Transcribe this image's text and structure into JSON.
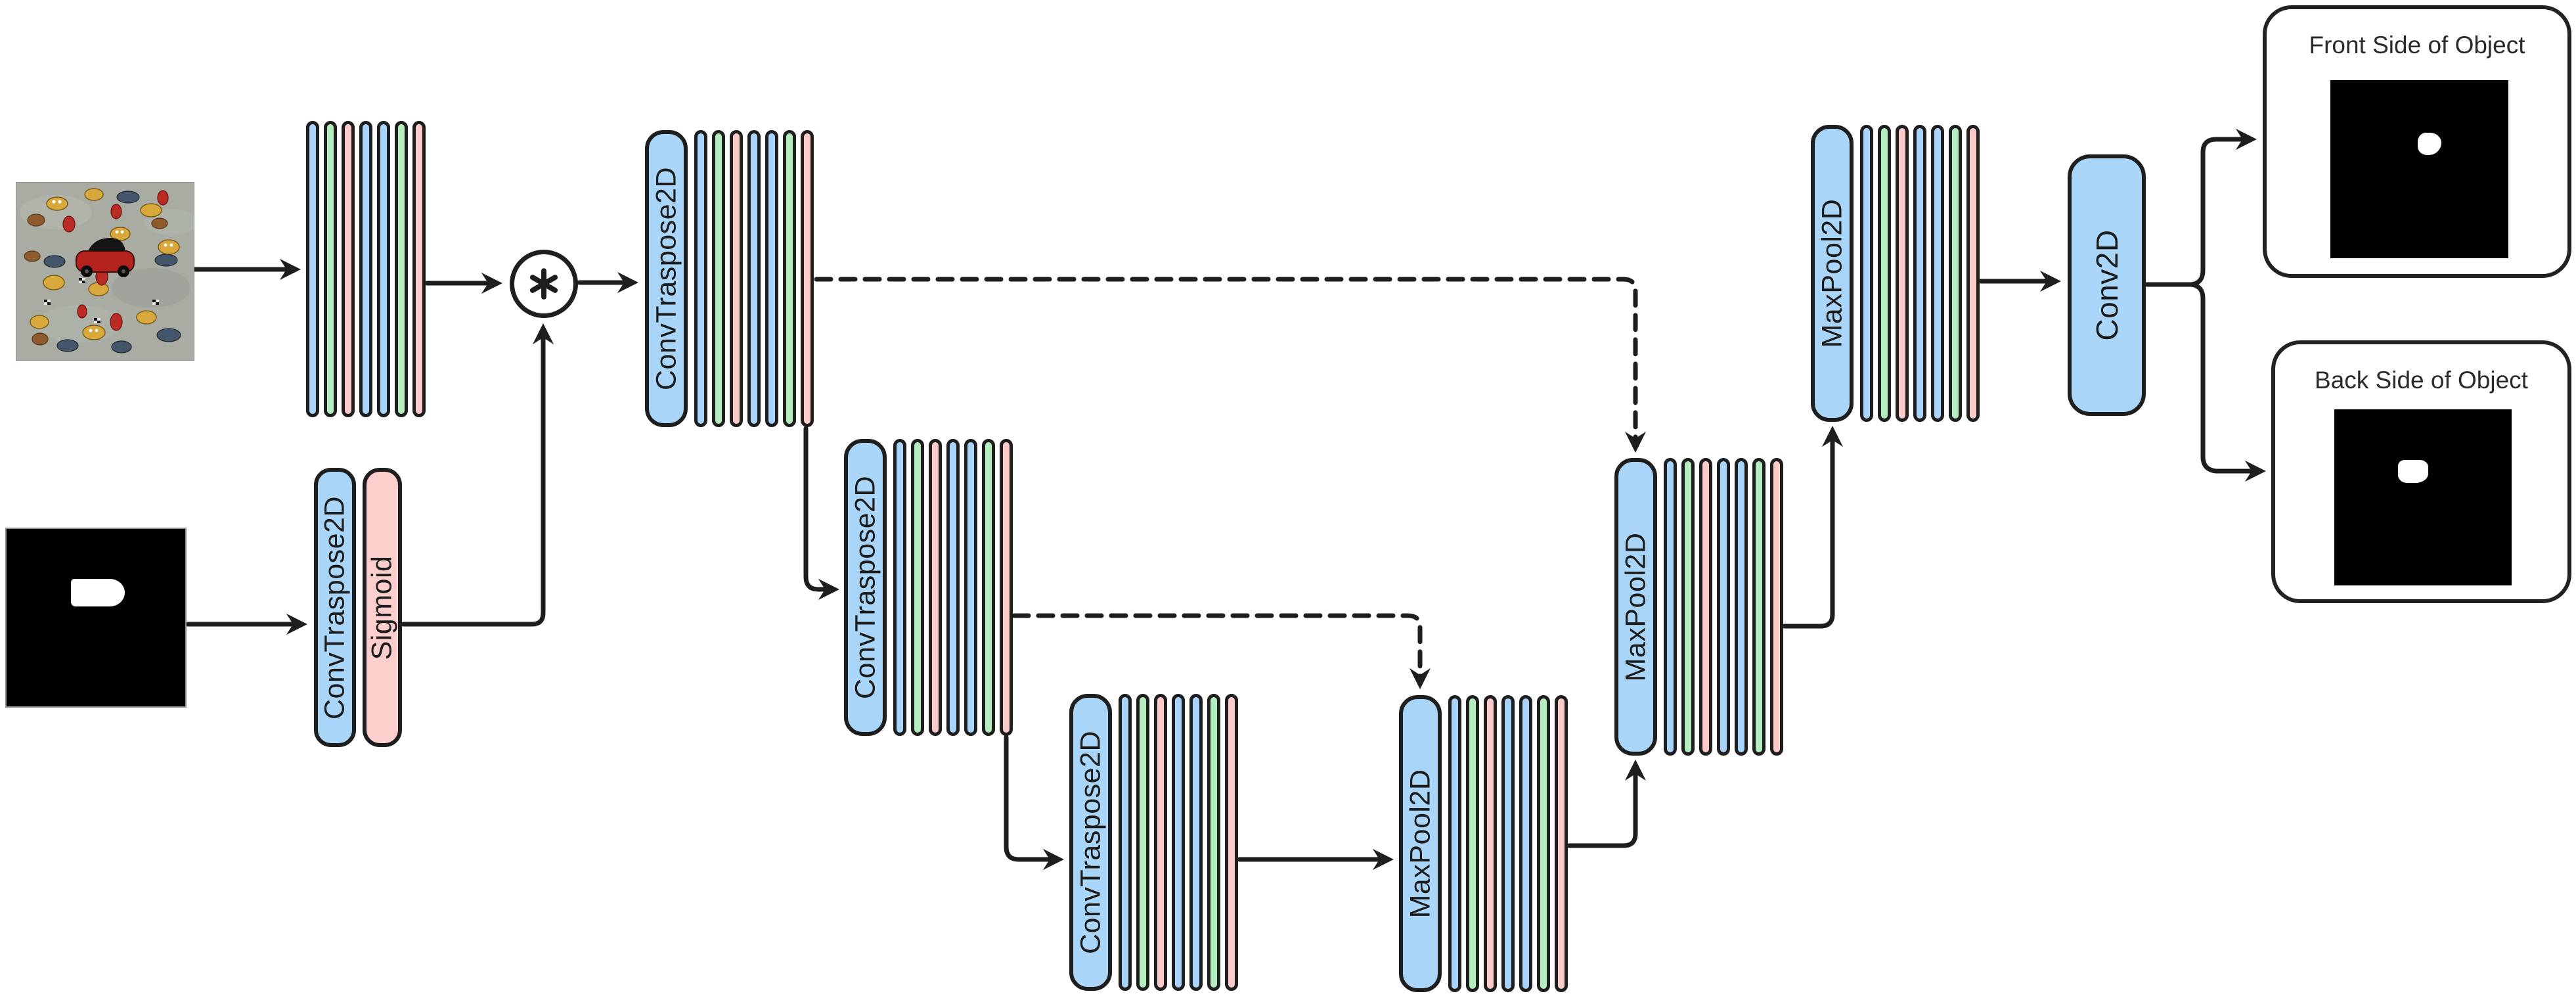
{
  "diagram": {
    "colors": {
      "layer_blue": "#a8d4fb",
      "layer_green": "#b4edbe",
      "layer_pink": "#fdcaca",
      "outline": "#1e1e1e",
      "background": "#ffffff"
    },
    "operator_symbol": "*",
    "icons": {
      "multiply": "asterisk-in-circle",
      "input_photo": "toy-car-on-carpet-photo",
      "input_mask": "binary-mask-image",
      "output_front_mask": "binary-mask-image",
      "output_back_mask": "binary-mask-image"
    },
    "blocks": {
      "input_stack": {
        "layers": [
          "blue",
          "green",
          "pink",
          "blue",
          "blue",
          "green",
          "pink"
        ]
      },
      "mask_convtraspose": {
        "label": "ConvTraspose2D"
      },
      "mask_sigmoid": {
        "label": "Sigmoid"
      },
      "dec1": {
        "label": "ConvTraspose2D",
        "layers": [
          "blue",
          "green",
          "pink",
          "blue",
          "blue",
          "green",
          "pink"
        ]
      },
      "dec2": {
        "label": "ConvTraspose2D",
        "layers": [
          "blue",
          "green",
          "pink",
          "blue",
          "blue",
          "green",
          "pink"
        ]
      },
      "dec3": {
        "label": "ConvTraspose2D",
        "layers": [
          "blue",
          "green",
          "pink",
          "blue",
          "blue",
          "green",
          "pink"
        ]
      },
      "pool1": {
        "label": "MaxPool2D",
        "layers": [
          "blue",
          "green",
          "pink",
          "blue",
          "blue",
          "green",
          "pink"
        ]
      },
      "pool2": {
        "label": "MaxPool2D",
        "layers": [
          "blue",
          "green",
          "pink",
          "blue",
          "blue",
          "green",
          "pink"
        ]
      },
      "pool3": {
        "label": "MaxPool2D",
        "layers": [
          "blue",
          "green",
          "pink",
          "blue",
          "blue",
          "green",
          "pink"
        ]
      },
      "conv_out": {
        "label": "Conv2D"
      }
    },
    "outputs": {
      "front": {
        "title": "Front Side of Object"
      },
      "back": {
        "title": "Back Side of Object"
      }
    }
  }
}
